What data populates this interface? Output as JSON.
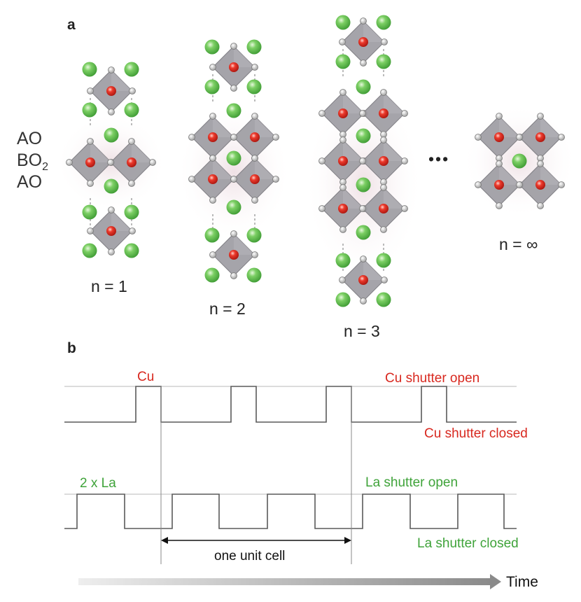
{
  "panel_a": {
    "label": "a",
    "layer_labels": [
      "AO",
      "BO",
      "AO"
    ],
    "bo2_subscript": "2",
    "structures": [
      {
        "label": "n = 1"
      },
      {
        "label": "n = 2"
      },
      {
        "label": "n = 3"
      },
      {
        "label": "n = ∞"
      }
    ],
    "ellipsis": "•••",
    "colors": {
      "A_atom": "#5cc24e",
      "B_atom": "#e0261c",
      "O_atom": "#c9c9c9",
      "octahedron": "#9c9ba0"
    }
  },
  "panel_b": {
    "label": "b",
    "cu": {
      "pulse_label": "Cu",
      "open_label": "Cu shutter open",
      "closed_label": "Cu shutter closed",
      "color": "#d8281f",
      "states": [
        0,
        1,
        0,
        1,
        0,
        1,
        0,
        1,
        0
      ]
    },
    "la": {
      "pulse_label": "2 x La",
      "open_label": "La shutter open",
      "closed_label": "La shutter closed",
      "color": "#3fa33a",
      "states": [
        0,
        1,
        0,
        1,
        0,
        1,
        0,
        1,
        0,
        1,
        0
      ]
    },
    "unit_cell_label": "one unit cell",
    "time_label": "Time"
  }
}
